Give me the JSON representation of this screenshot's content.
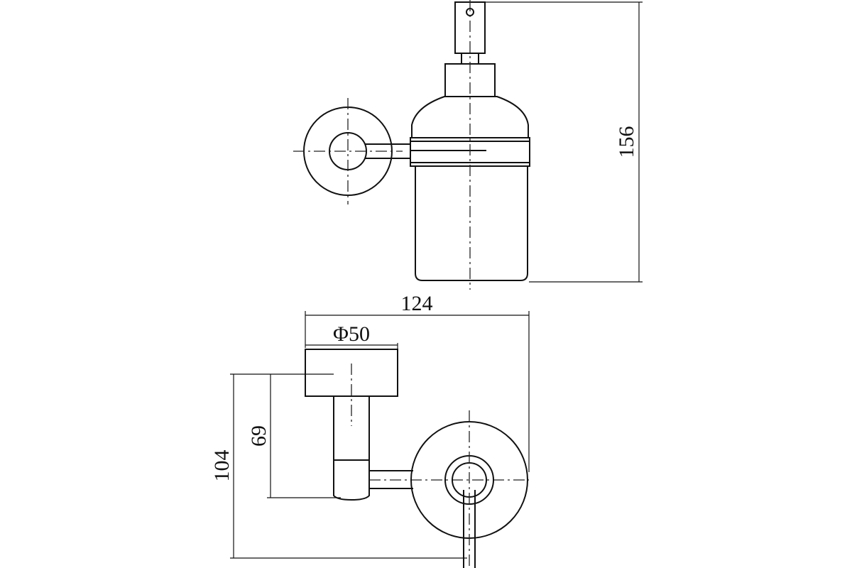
{
  "dimensions": {
    "total_height": "156",
    "total_width": "124",
    "base_diameter": "Φ50",
    "projection": "104",
    "arm_length": "69"
  }
}
